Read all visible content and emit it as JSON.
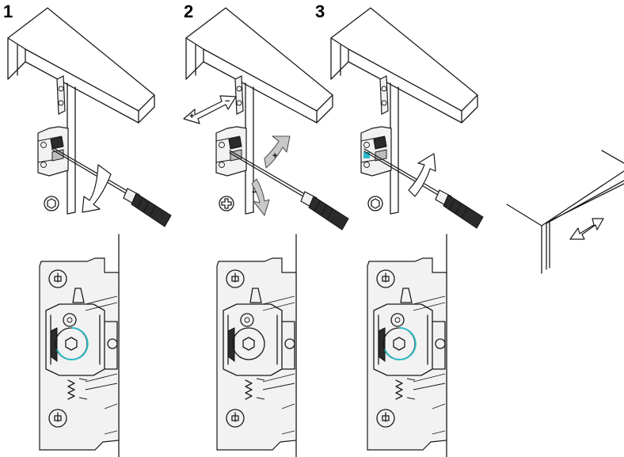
{
  "steps": [
    {
      "number": "1"
    },
    {
      "number": "2",
      "plus_sign": "+",
      "minus_sign": "−",
      "rotate_plus": "+",
      "rotate_minus": "−"
    },
    {
      "number": "3"
    }
  ],
  "colors": {
    "highlight": "#2fb9c7",
    "line": "#1a1a1a",
    "arrow_grey": "#c9c9c9"
  },
  "icons": [
    "hex-screw-icon",
    "phillips-screw-icon",
    "screwdriver-icon",
    "rotate-arrow-icon",
    "double-arrow-icon",
    "hinge-icon"
  ]
}
